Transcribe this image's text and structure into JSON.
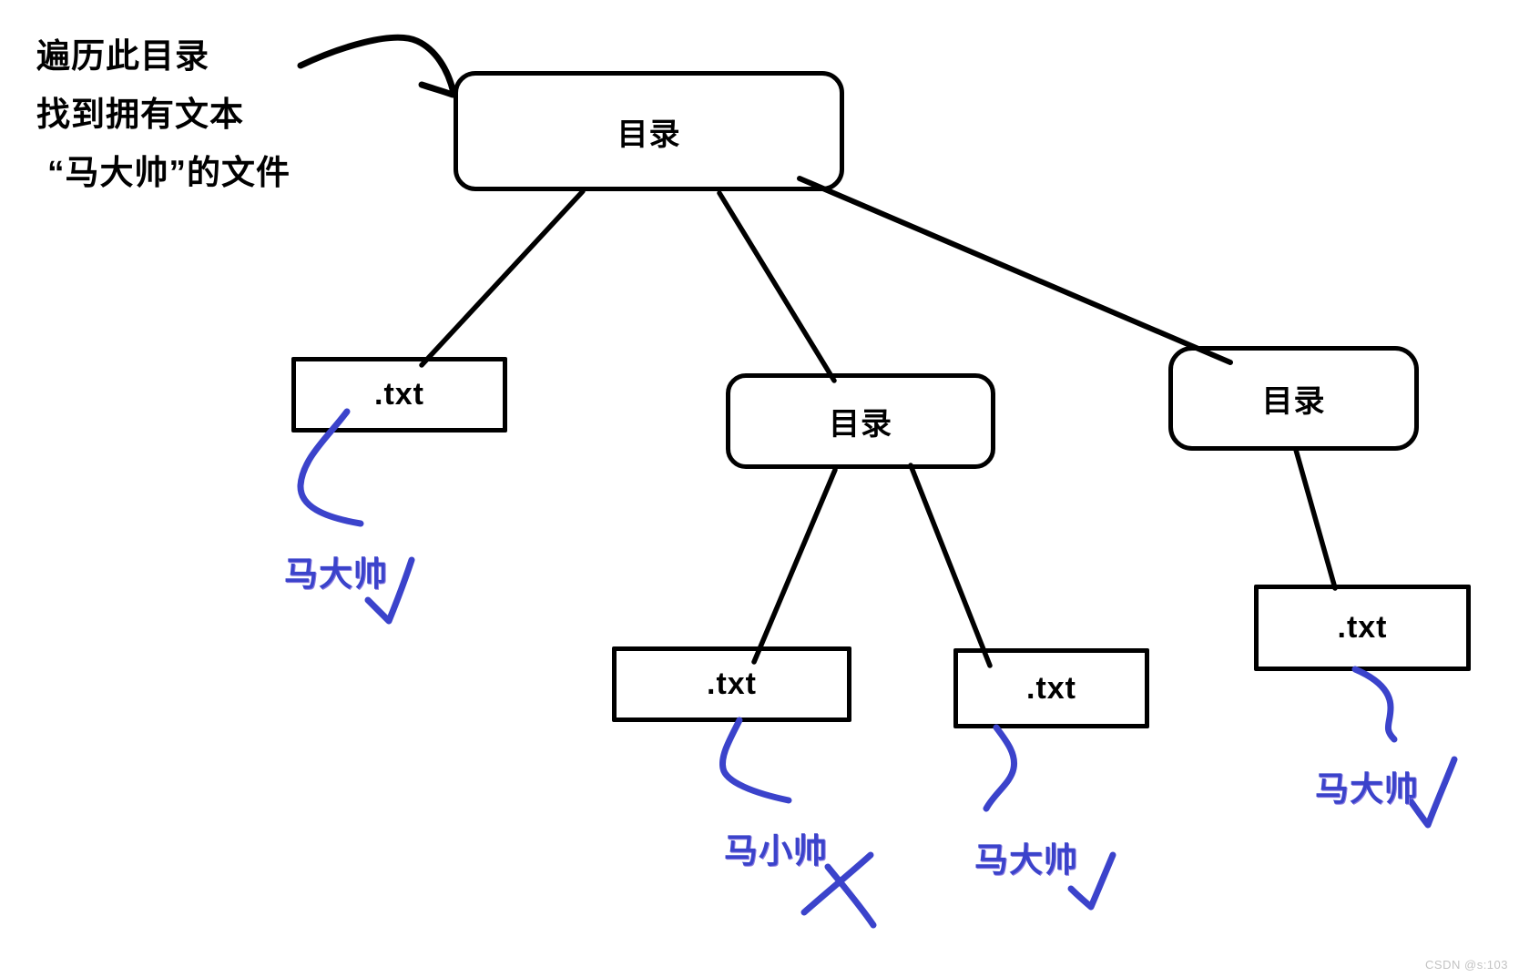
{
  "annotation": {
    "line1": "遍历此目录",
    "line2": "找到拥有文本",
    "line3": "“马大帅”的文件"
  },
  "tree": {
    "root": {
      "label": "目录"
    },
    "left_txt": {
      "label": ".txt"
    },
    "mid_dir": {
      "label": "目录"
    },
    "right_dir": {
      "label": "目录"
    },
    "mid_left_txt": {
      "label": ".txt"
    },
    "mid_right_txt": {
      "label": ".txt"
    },
    "right_txt": {
      "label": ".txt"
    }
  },
  "handwritten_marks": {
    "left": {
      "text": "马大帅",
      "verdict": "check"
    },
    "mid_left": {
      "text": "马小帅",
      "verdict": "cross"
    },
    "mid_right": {
      "text": "马大帅",
      "verdict": "check"
    },
    "right": {
      "text": "马大帅",
      "verdict": "check"
    }
  },
  "watermark": "CSDN @s:103",
  "colors": {
    "ink_black": "#000000",
    "pen_blue": "#3b43cb",
    "watermark_gray": "#c3c3c3"
  }
}
